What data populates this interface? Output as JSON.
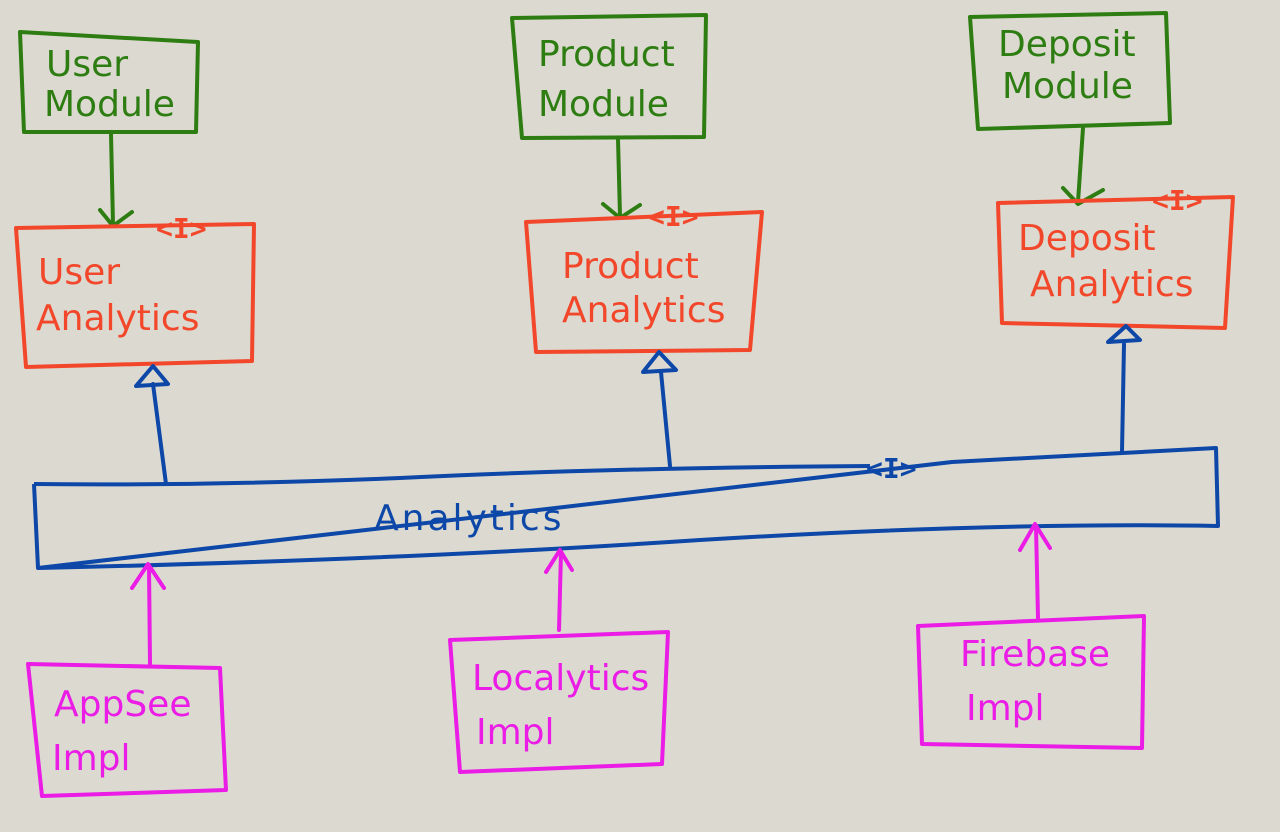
{
  "colors": {
    "background": "#dcdad0",
    "module": "#2e7d12",
    "interface": "#f2472a",
    "core": "#0d47a8",
    "impl": "#ea1ce6"
  },
  "interface_tag": "<I>",
  "modules": {
    "user": [
      "User",
      "Module"
    ],
    "product": [
      "Product",
      "Module"
    ],
    "deposit": [
      "Deposit",
      "Module"
    ]
  },
  "interfaces": {
    "user": [
      "User",
      "Analytics"
    ],
    "product": [
      "Product",
      "Analytics"
    ],
    "deposit": [
      "Deposit",
      "Analytics"
    ]
  },
  "core": {
    "label": "Analytics"
  },
  "implementations": {
    "appsee": [
      "AppSee",
      "Impl"
    ],
    "localytics": [
      "Localytics",
      "Impl"
    ],
    "firebase": [
      "Firebase",
      "Impl"
    ]
  }
}
